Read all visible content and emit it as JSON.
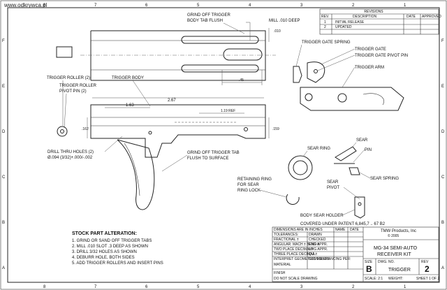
{
  "watermark": "www.odkrywca.pl",
  "border": {
    "top_numbers": [
      "8",
      "7",
      "6",
      "5",
      "4",
      "3",
      "2",
      "1"
    ],
    "bottom_numbers": [
      "8",
      "7",
      "6",
      "5",
      "4",
      "3",
      "2",
      "1"
    ],
    "side_letters": [
      "F",
      "E",
      "D",
      "C",
      "B",
      "A"
    ]
  },
  "callouts": {
    "grind_top": [
      "GRIND OFF TRIGGER",
      "BODY TAB FLUSH"
    ],
    "mill": "MILL .010 DEEP",
    "dim_010": ".010",
    "dim_45": ".45",
    "trigger_gate_spring": "TRIGGER GATE SPRING",
    "trigger_gate": "TRIGGER GATE",
    "trigger_gate_pivot": "TRIGGER GATE PIVOT PIN",
    "trigger_arm": "TRIGGER ARM",
    "trigger_roller": "TRIGGER ROLLER (2)",
    "trigger_roller_pin": [
      "TRIGGER ROLLER",
      "PIVOT PIN (2)"
    ],
    "trigger_body": "TRIGGER BODY",
    "dim_163": "1.63",
    "dim_267": "2.67",
    "dim_119": "1.19 REF",
    "dim_162": ".162",
    "dim_159": ".159",
    "drill": [
      "DRILL THRU HOLES (2)",
      "Ø.094 (3/32)+.000/-.002"
    ],
    "grind_bottom": [
      "GRIND OFF TRIGGER TAB",
      "FLUSH TO SURFACE"
    ],
    "sear_ring": "SEAR RING",
    "sear": "SEAR",
    "pin": "PIN",
    "sear_spring": "SEAR SPRING",
    "sear_pivot": [
      "SEAR",
      "PIVOT"
    ],
    "retaining_ring": [
      "RETAINING RING",
      "FOR SEAR",
      "RING LOCK"
    ],
    "body_sear_holder": "BODY SEAR HOLDER"
  },
  "notes": {
    "title": "STOCK PART ALTERATION:",
    "items": [
      "1. GRIND OR SAND OFF TRIGGER TABS",
      "2. MILL .010 SLOT .3 DEEP AS SHOWN",
      "3. DRILL 3/32 HOLES AS SHOWN",
      "4. DEBURR HOLE, BOTH SIDES",
      "5. ADD TRIGGER ROLLERS AND INSERT PINS"
    ]
  },
  "title_block": {
    "patent": "COVERED UNDER PATENT 6,845,7 .. 67 B2",
    "company": "TMW Products, Inc",
    "company_sub": "© 2005",
    "title_line1": "MG-34 SEMI-AUTO",
    "title_line2": "RECEIVER KIT",
    "size_label": "SIZE",
    "size": "B",
    "dwg_label": "DWG. NO.",
    "dwg": "TRIGGER",
    "rev_label": "REV",
    "rev": "2",
    "scale": "SCALE: 2:1",
    "weight": "WEIGHT:",
    "sheet": "SHEET 1 OF 2",
    "tiny_rows": [
      "DIMENSIONS ARE IN INCHES",
      "TOLERANCES:",
      "FRACTIONAL ±",
      "ANGULAR: MACH ±  BEND ±",
      "TWO PLACE DECIMAL ±",
      "THREE PLACE DECIMAL ±",
      "INTERPRET GEOMETRIC TOLERANCING PER:",
      "MATERIAL",
      "FINISH",
      "DO NOT SCALE DRAWING"
    ],
    "tiny_cols": [
      "NAME",
      "DATE",
      "DRAWN",
      "CHECKED",
      "ENG APPR.",
      "MFG APPR.",
      "Q.A.",
      "COMMENTS:"
    ]
  },
  "revisions": {
    "header": "REVISIONS",
    "cols": [
      "REV.",
      "DESCRIPTION",
      "DATE",
      "APPROVED"
    ],
    "rows": [
      [
        "1",
        "INITIAL RELEASE",
        "",
        ""
      ],
      [
        "2",
        "UPDATED",
        "",
        ""
      ]
    ]
  }
}
